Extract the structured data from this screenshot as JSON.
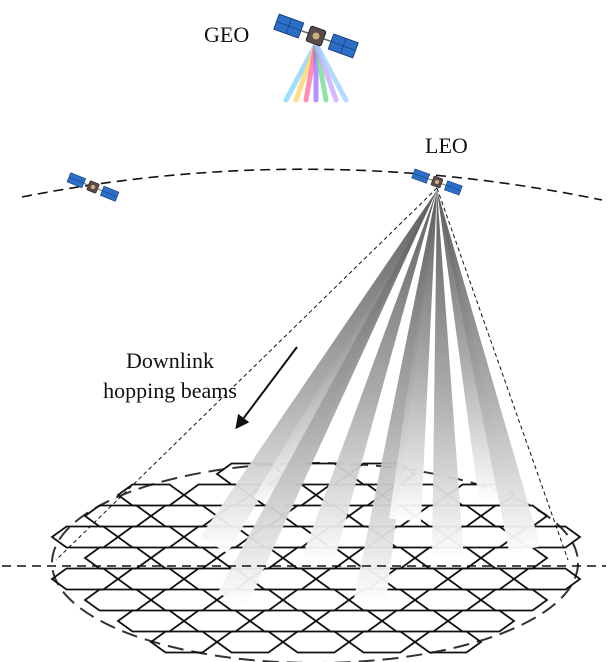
{
  "labels": {
    "geo": "GEO",
    "leo": "LEO",
    "beams_line1": "Downlink",
    "beams_line2": "hopping beams"
  },
  "colors": {
    "background": "#ffffff",
    "ink": "#111111",
    "satellite_panel": "#2b6fc9",
    "satellite_panel_dark": "#1a3f7a",
    "satellite_body": "#5a4a4a",
    "beam_dark": "#555555",
    "beam_light": "#ffffff",
    "geo_beam_colors": [
      "#7fd3ff",
      "#ffd166",
      "#ff6b9a",
      "#a06bff",
      "#6bdc8a",
      "#c9a3ff",
      "#9ad0ff"
    ]
  },
  "icons": {
    "geo_satellite": "satellite-icon",
    "leo_satellite": "satellite-icon",
    "far_satellite": "satellite-icon",
    "direction_arrow": "arrow-down-left-icon"
  },
  "coverage": {
    "grid_rows": 9,
    "beam_count": 9
  }
}
